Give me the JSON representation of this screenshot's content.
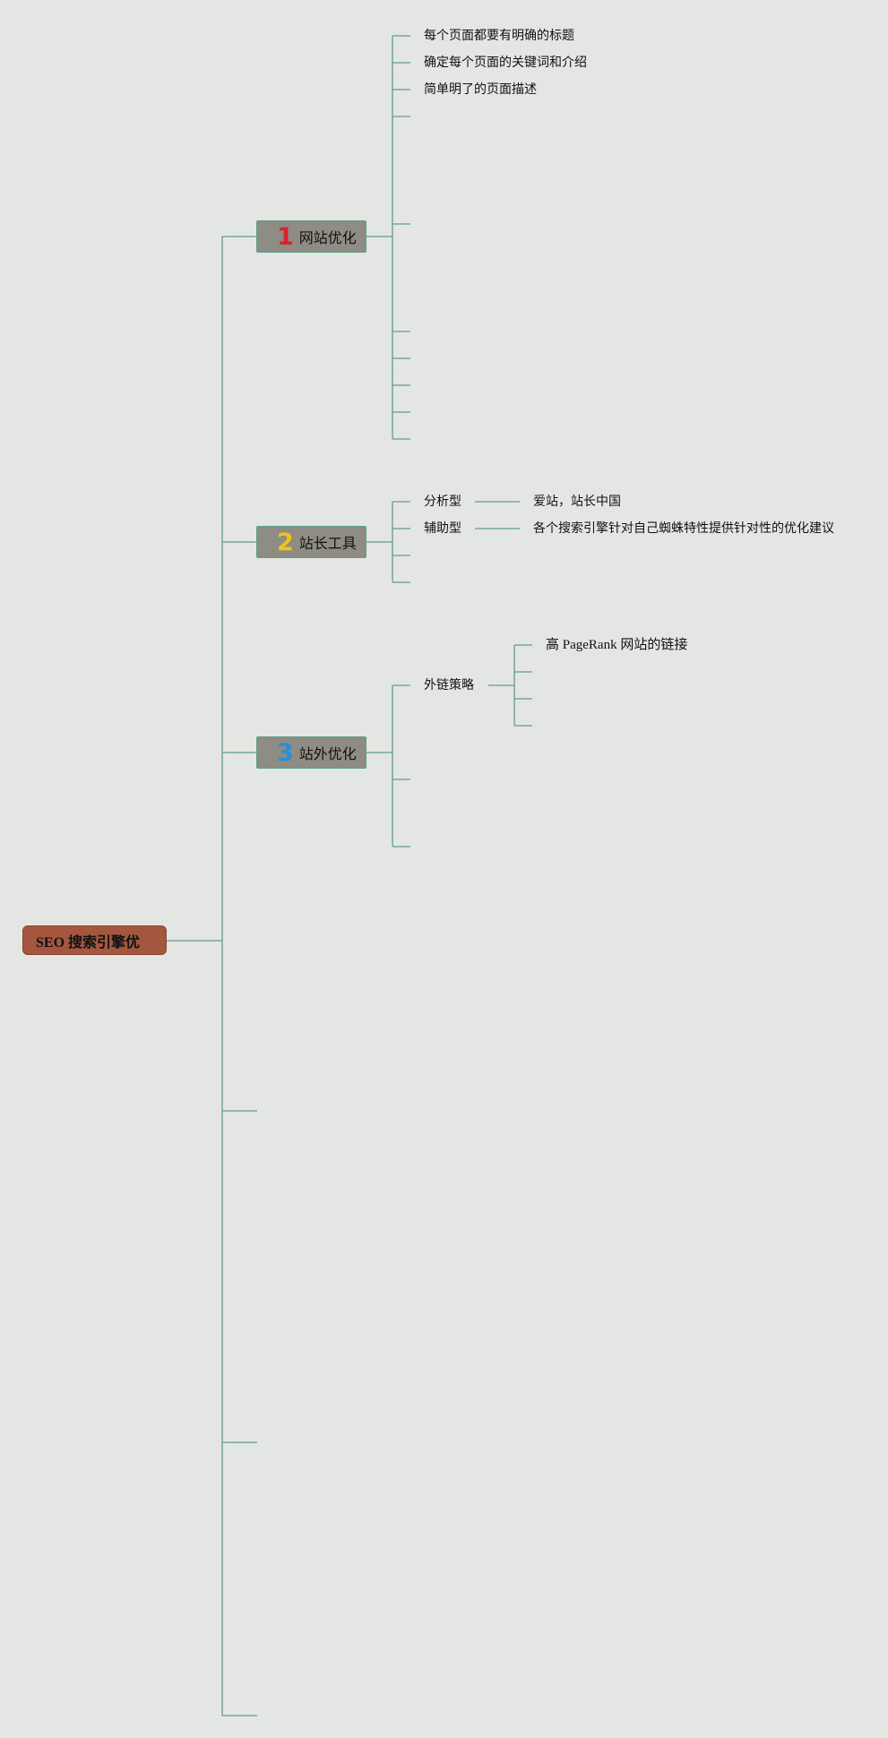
{
  "colors": {
    "background": "#e4e6e3",
    "connector": "#5e9e8b",
    "root_fill": "#a4573e",
    "branch_fill": "#8e8c83",
    "num1": "#d8232f",
    "num2": "#f2c21b",
    "num3": "#2a8fd4"
  },
  "root": {
    "label": "SEO 搜索引擎优"
  },
  "branches": [
    {
      "num": "1",
      "label": "网站优化",
      "children": [
        "每个页面都要有明确的标题",
        "确定每个页面的关键词和介绍",
        "简单明了的页面描述"
      ]
    },
    {
      "num": "2",
      "label": "站长工具",
      "children": [
        {
          "label": "分析型",
          "detail": "爱站，站长中国"
        },
        {
          "label": "辅助型",
          "detail": "各个搜索引擎针对自己蜘蛛特性提供针对性的优化建议"
        }
      ]
    },
    {
      "num": "3",
      "label": "站外优化",
      "children": [
        {
          "label": "外链策略",
          "sub": [
            "高 PageRank 网站的链接"
          ]
        }
      ]
    }
  ]
}
